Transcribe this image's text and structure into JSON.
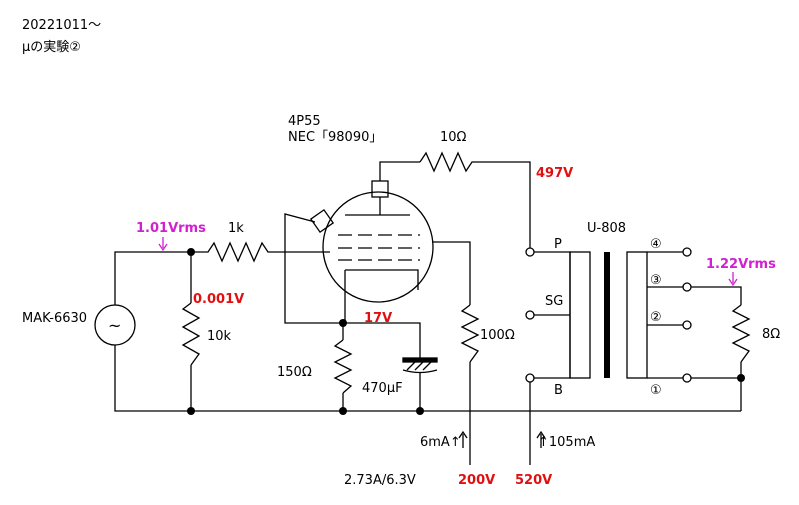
{
  "header": {
    "date": "20221011～",
    "title": "μの実験②"
  },
  "tube": {
    "type": "4P55",
    "maker": "NEC「98090」"
  },
  "components": {
    "r_plate_series": "10Ω",
    "r_input_series": "1k",
    "r_input_shunt": "10k",
    "r_cathode": "150Ω",
    "c_cathode": "470μF",
    "r_screen": "100Ω",
    "r_load": "8Ω",
    "source": "MAK-6630",
    "source_symbol": "~"
  },
  "voltages": {
    "plate": "497V",
    "grid": "0.001V",
    "cathode": "17V",
    "b_screen": "200V",
    "b_plate": "520V"
  },
  "measurements": {
    "input_rms": "1.01Vrms",
    "output_rms": "1.22Vrms"
  },
  "currents": {
    "screen": "6mA↑",
    "plate": "↑105mA",
    "heater": "2.73A/6.3V"
  },
  "transformer": {
    "name": "U-808",
    "primary_p": "P",
    "primary_sg": "SG",
    "primary_b": "B",
    "tap4": "④",
    "tap3": "③",
    "tap2": "②",
    "tap1": "①"
  },
  "colors": {
    "wire": "#000000",
    "voltage": "#e01010",
    "measurement": "#d020d0"
  }
}
